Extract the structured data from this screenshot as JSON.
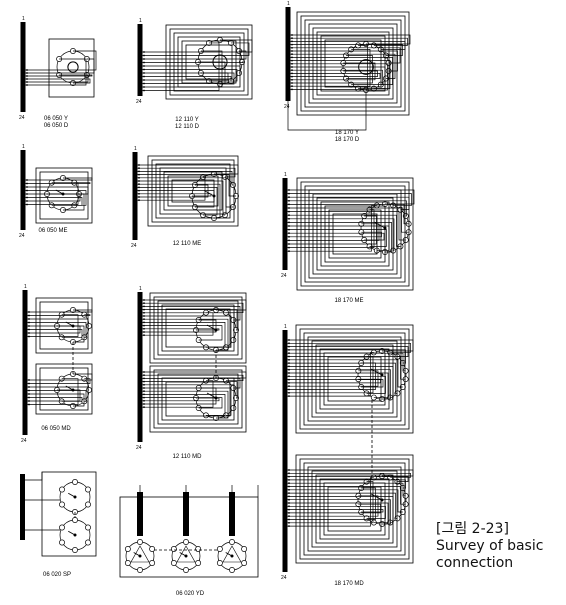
{
  "caption": {
    "figure_tag": "[그림 2-23]",
    "title_line1": "Survey of basic",
    "title_line2": "connection"
  },
  "bar_end_labels": {
    "top": "1",
    "bottom": "24"
  },
  "panels": [
    {
      "id": "p1",
      "label": "06 050 Y\n06 050 D"
    },
    {
      "id": "p2",
      "label": "12 110 Y\n12 110 D"
    },
    {
      "id": "p3",
      "label": "18 170 Y\n18 170 D"
    },
    {
      "id": "p4",
      "label": "06 050 ME"
    },
    {
      "id": "p5",
      "label": "12 110 ME"
    },
    {
      "id": "p6",
      "label": "18 170 ME"
    },
    {
      "id": "p7",
      "label": "06 050 MD"
    },
    {
      "id": "p8",
      "label": "12 110 MD"
    },
    {
      "id": "p9",
      "label": "18 170 MD"
    },
    {
      "id": "p10",
      "label": "06 020 SP"
    },
    {
      "id": "p11",
      "label": "06 020 YD"
    }
  ]
}
